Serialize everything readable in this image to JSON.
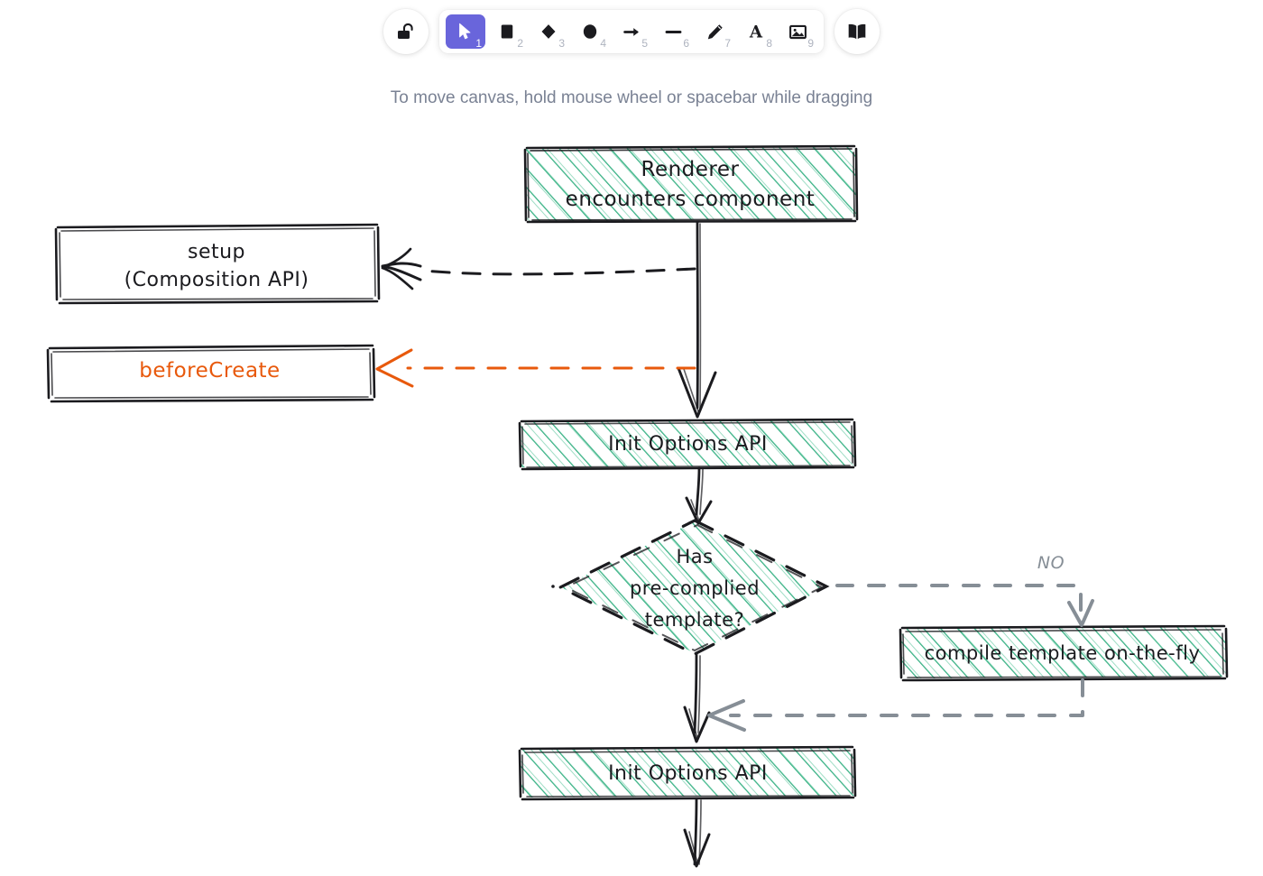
{
  "app": {
    "name": "excalidraw-canvas",
    "hint": "To move canvas, hold mouse wheel or spacebar while dragging"
  },
  "toolbar": {
    "lock": {
      "icon": "unlock-padlock-icon",
      "label": ""
    },
    "library": {
      "icon": "book-library-icon",
      "label": ""
    },
    "tools": [
      {
        "icon": "selection-cursor-icon",
        "shortcut": "1",
        "label": "Selection",
        "active": true
      },
      {
        "icon": "rectangle-icon",
        "shortcut": "2",
        "label": "Rectangle",
        "active": false
      },
      {
        "icon": "diamond-icon",
        "shortcut": "3",
        "label": "Diamond",
        "active": false
      },
      {
        "icon": "ellipse-icon",
        "shortcut": "4",
        "label": "Ellipse",
        "active": false
      },
      {
        "icon": "arrow-icon",
        "shortcut": "5",
        "label": "Arrow",
        "active": false
      },
      {
        "icon": "line-icon",
        "shortcut": "6",
        "label": "Line",
        "active": false
      },
      {
        "icon": "pencil-draw-icon",
        "shortcut": "7",
        "label": "Draw",
        "active": false
      },
      {
        "icon": "text-icon",
        "shortcut": "8",
        "label": "Text",
        "active": false
      },
      {
        "icon": "image-icon",
        "shortcut": "9",
        "label": "Image",
        "active": false
      }
    ]
  },
  "colors": {
    "accent": "#6965db",
    "hachure_green": "#2fae7f",
    "stroke_black": "#1b1b1f",
    "orange": "#e8590c",
    "gray_arrow": "#868e96",
    "hint_text": "#7a8294"
  },
  "diagram": {
    "nodes": [
      {
        "id": "renderer",
        "text": "Renderer\nencounters component",
        "shape": "rectangle",
        "fill": "hachure-green",
        "stroke": "black"
      },
      {
        "id": "setup",
        "text": "setup\n(Composition API)",
        "shape": "rectangle",
        "fill": "transparent",
        "stroke": "black"
      },
      {
        "id": "before-create",
        "text": "beforeCreate",
        "shape": "rectangle",
        "fill": "transparent",
        "stroke": "black",
        "text_color": "orange"
      },
      {
        "id": "init-options-1",
        "text": "Init Options API",
        "shape": "rectangle",
        "fill": "hachure-green",
        "stroke": "black"
      },
      {
        "id": "has-precompiled",
        "text": "Has\npre-complied\ntemplate?",
        "shape": "diamond",
        "fill": "hachure-green",
        "stroke": "black-dashed"
      },
      {
        "id": "compile-on-the-fly",
        "text": "compile template on-the-fly",
        "shape": "rectangle",
        "fill": "hachure-green",
        "stroke": "black"
      },
      {
        "id": "init-options-2",
        "text": "Init Options API",
        "shape": "rectangle",
        "fill": "hachure-green",
        "stroke": "black"
      }
    ],
    "labels": [
      {
        "id": "no-branch",
        "text": "NO",
        "color": "gray"
      }
    ],
    "node_text": {
      "renderer_line1": "Renderer",
      "renderer_line2": "encounters component",
      "setup_line1": "setup",
      "setup_line2": "(Composition API)",
      "before_create": "beforeCreate",
      "init_options_1": "Init Options API",
      "diamond_line1": "Has",
      "diamond_line2": "pre-complied",
      "diamond_line3": "template?",
      "compile": "compile template on-the-fly",
      "init_options_2": "Init Options API",
      "no_label": "NO"
    },
    "edges": [
      {
        "from": "renderer",
        "to": "init-options-1",
        "style": "solid",
        "color": "black"
      },
      {
        "from": "renderer-stem",
        "to": "setup",
        "style": "dashed",
        "color": "black"
      },
      {
        "from": "renderer-stem",
        "to": "before-create",
        "style": "dashed",
        "color": "orange"
      },
      {
        "from": "init-options-1",
        "to": "has-precompiled",
        "style": "solid",
        "color": "black"
      },
      {
        "from": "has-precompiled",
        "to": "compile-on-the-fly",
        "style": "dashed",
        "color": "gray",
        "label": "NO"
      },
      {
        "from": "compile-on-the-fly",
        "to": "init-options-2",
        "style": "dashed",
        "color": "gray"
      },
      {
        "from": "has-precompiled",
        "to": "init-options-2",
        "style": "solid",
        "color": "black"
      },
      {
        "from": "init-options-2",
        "to": "below",
        "style": "solid",
        "color": "black"
      }
    ]
  }
}
